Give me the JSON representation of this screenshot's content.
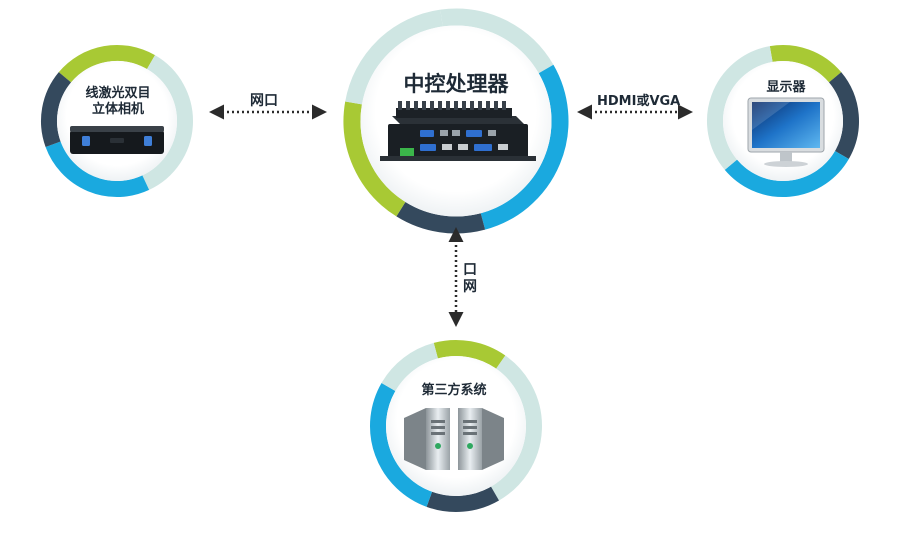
{
  "nodes": {
    "camera": {
      "label_line1": "线激光双目",
      "label_line2": "立体相机"
    },
    "center": {
      "label": "中控处理器"
    },
    "monitor": {
      "label": "显示器"
    },
    "third_party": {
      "label": "第三方系统"
    }
  },
  "connections": {
    "camera_center": {
      "label": "网口"
    },
    "center_monitor": {
      "label": "HDMI或VGA"
    },
    "center_third": {
      "label_line1": "口",
      "label_line2": "网"
    }
  },
  "colors": {
    "ring_green": "#a8c934",
    "ring_navy": "#34495d",
    "ring_blue": "#1aa9df",
    "ring_pale": "#cfe6e3",
    "arrow": "#2b2b2b"
  }
}
